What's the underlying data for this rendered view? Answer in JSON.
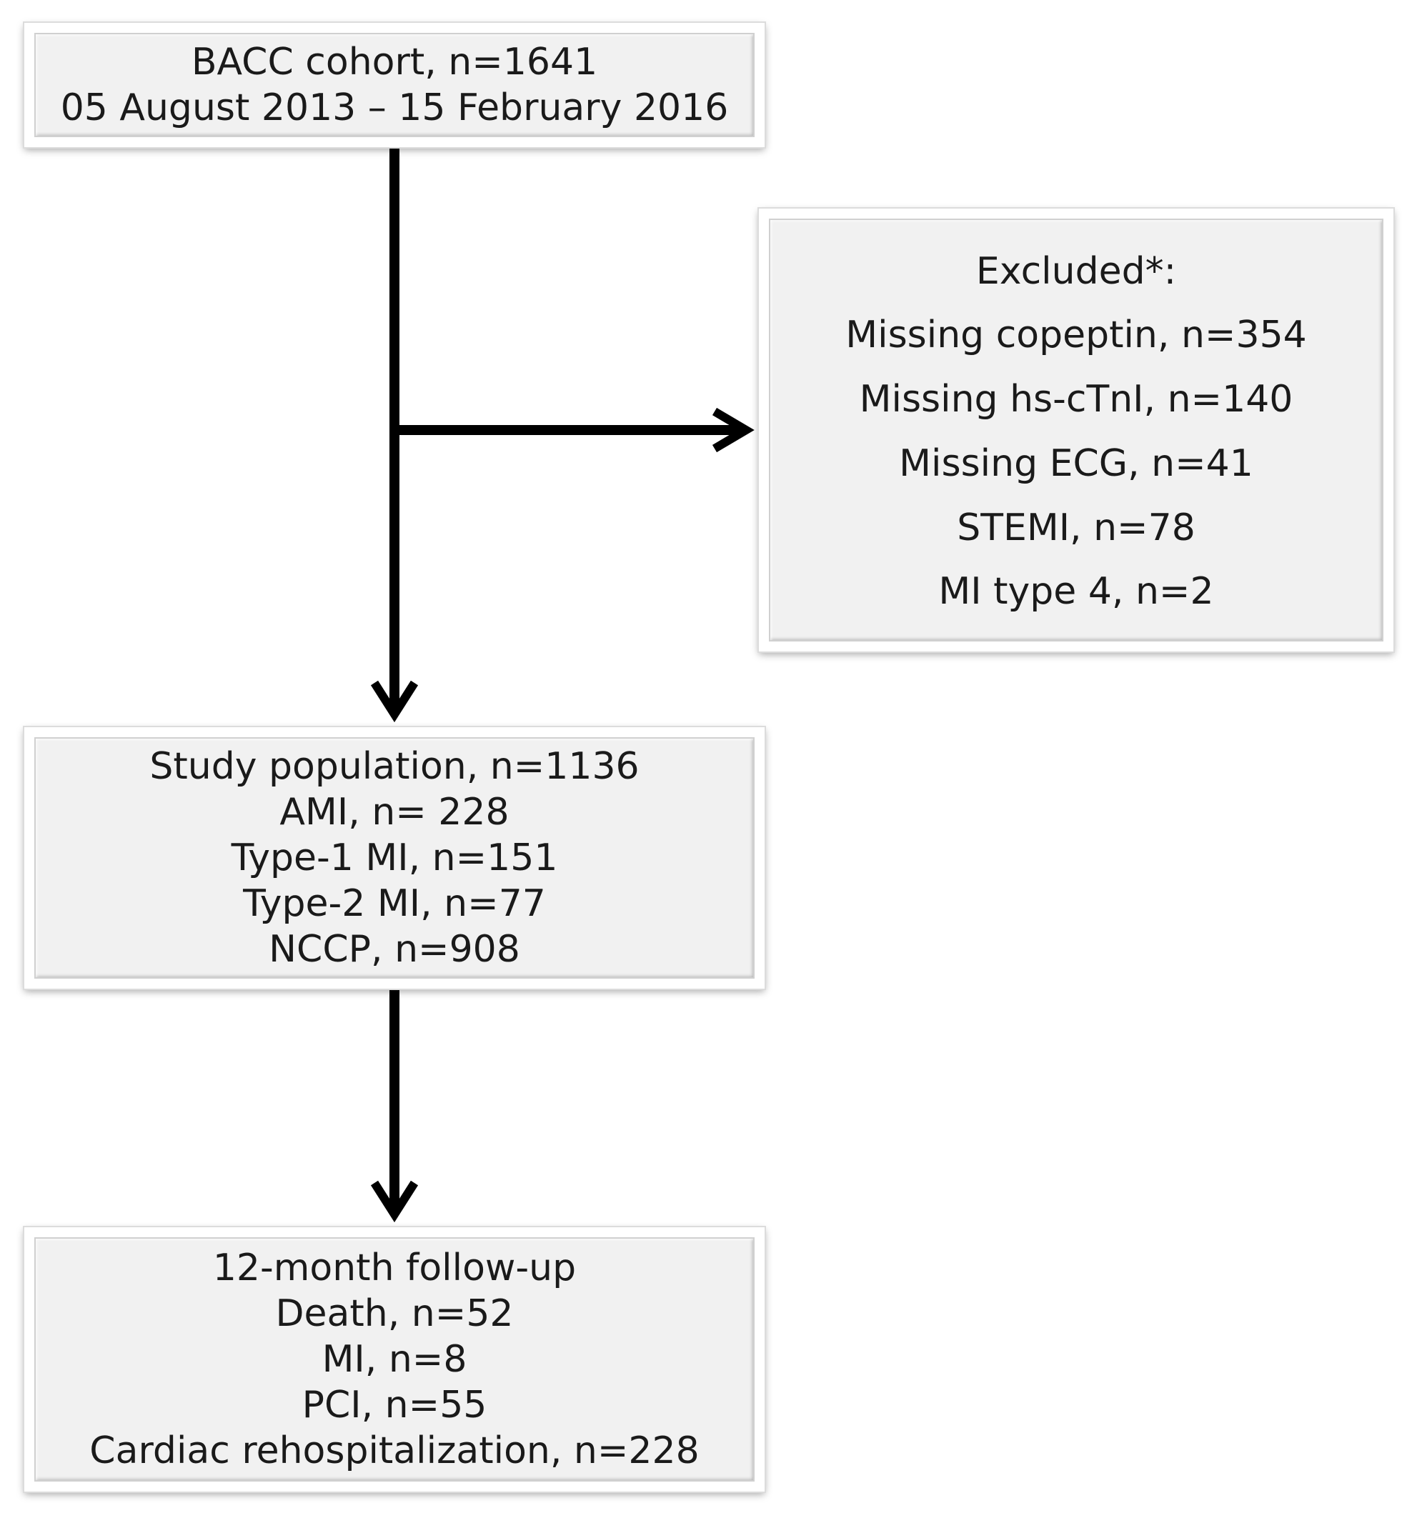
{
  "flowchart": {
    "cohort": {
      "line1": "BACC cohort, n=1641",
      "line2": "05 August 2013 – 15 February 2016"
    },
    "excluded": {
      "title": "Excluded*:",
      "items": [
        "Missing copeptin, n=354",
        "Missing hs-cTnI, n=140",
        "Missing ECG, n=41",
        "STEMI, n=78",
        "MI type 4, n=2"
      ]
    },
    "study": {
      "lines": [
        "Study population, n=1136",
        "AMI, n= 228",
        "Type-1 MI, n=151",
        "Type-2 MI, n=77",
        "NCCP, n=908"
      ]
    },
    "followup": {
      "lines": [
        "12-month follow-up",
        "Death, n=52",
        "MI, n=8",
        "PCI, n=55",
        "Cardiac rehospitalization, n=228"
      ]
    }
  }
}
